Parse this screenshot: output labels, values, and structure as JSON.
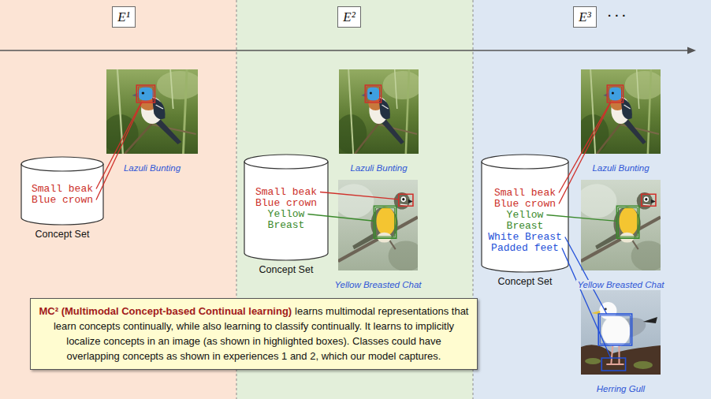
{
  "diagram": {
    "nodes": [
      {
        "text": [
          "E¹"
        ]
      },
      {
        "text": [
          "E²"
        ]
      },
      {
        "text": [
          "E³"
        ]
      },
      {
        "text": [
          "Lazuli Bunting"
        ]
      },
      {
        "text": [
          "Small beak Blue crown",
          "Concept Set"
        ]
      },
      {
        "text": [
          "Lazuli Bunting"
        ]
      },
      {
        "text": [
          "Small beak Blue crown",
          "Yellow Breast",
          "Concept Set"
        ]
      },
      {
        "text": [
          "Yellow Breasted Chat"
        ]
      },
      {
        "text": [
          "Lazuli Bunting"
        ]
      },
      {
        "text": [
          "Small beak Blue crown",
          "Yellow Breast",
          "White Breast Padded feet",
          "Concept Set"
        ]
      },
      {
        "text": [
          "Yellow Breasted Chat"
        ]
      },
      {
        "text": [
          "Herring Gull"
        ]
      },
      {
        "text": [
          "MC² (Multimodal Concept-based Continual learning)",
          "learns multimodal representations that learn concepts continually, while also learning to classify continually. It learns to implicitly localize concepts in an image (as shown in highlighted boxes). Classes could have overlapping concepts as shown in experiences 1 and 2, which our model captures."
        ]
      }
    ],
    "edges": [
      {
        "from": 4,
        "to": 3,
        "arrow": "none"
      },
      {
        "from": 4,
        "to": 3,
        "arrow": "none"
      },
      {
        "from": 6,
        "to": 7,
        "arrow": "none"
      },
      {
        "from": 6,
        "to": 7,
        "arrow": "none"
      },
      {
        "from": 9,
        "to": 8,
        "arrow": "none"
      },
      {
        "from": 9,
        "to": 8,
        "arrow": "none"
      },
      {
        "from": 9,
        "to": 10,
        "arrow": "none"
      },
      {
        "from": 9,
        "to": 11,
        "arrow": "none"
      },
      {
        "from": 9,
        "to": 11,
        "arrow": "none"
      }
    ],
    "labels": [
      "· · ·"
    ]
  }
}
